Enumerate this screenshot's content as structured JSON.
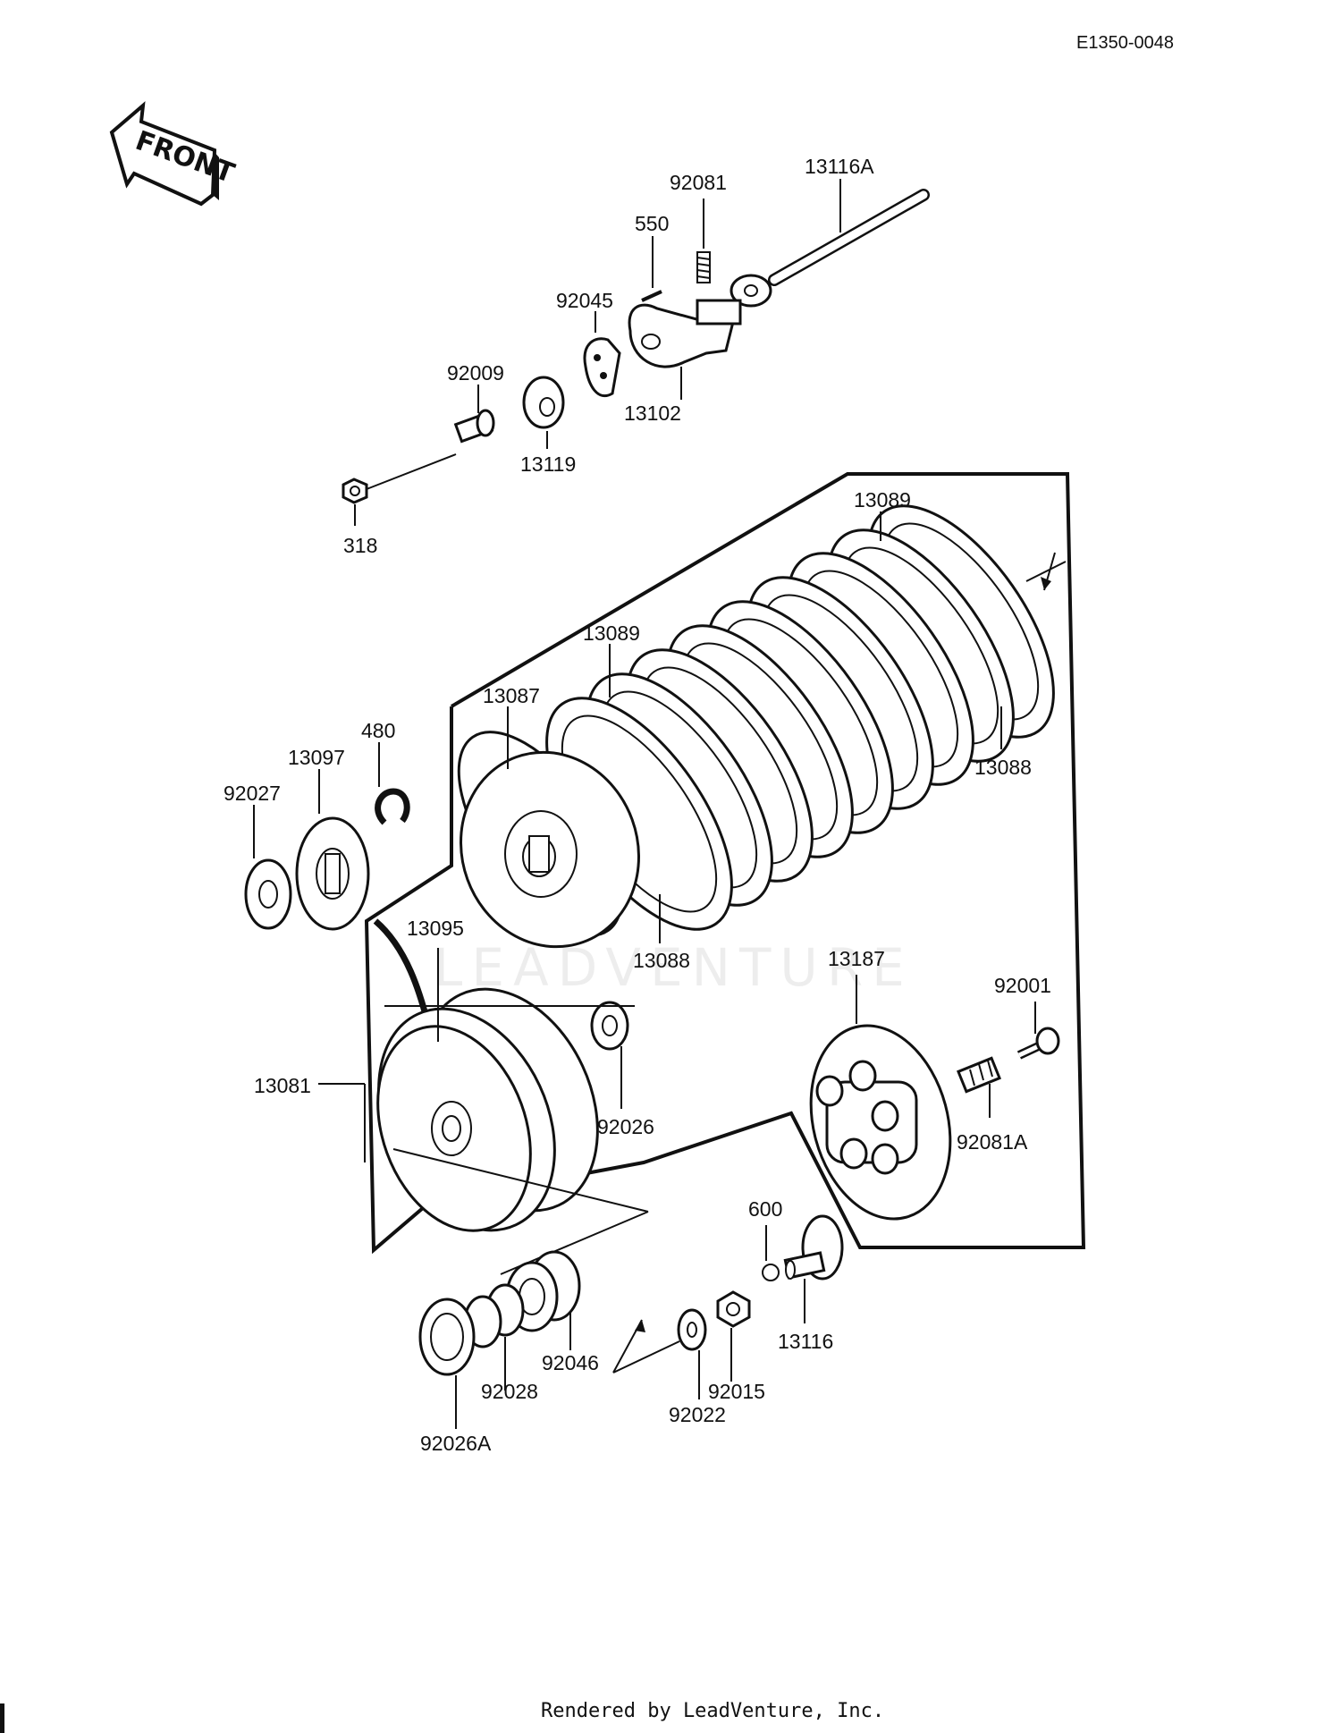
{
  "diagram_code": "E1350-0048",
  "front_arrow_label": "FRONT",
  "watermark": "LEADVENTURE",
  "footer": "Rendered by LeadVenture, Inc.",
  "parts": {
    "p13116A": "13116A",
    "p92081": "92081",
    "p550": "550",
    "p92045": "92045",
    "p92009": "92009",
    "p13102": "13102",
    "p13119": "13119",
    "p318": "318",
    "p13089_top": "13089",
    "p13089_mid": "13089",
    "p13087": "13087",
    "p480": "480",
    "p13097": "13097",
    "p92027": "92027",
    "p13088_right": "13088",
    "p13088_bottom": "13088",
    "p13095": "13095",
    "p13187": "13187",
    "p92001": "92001",
    "p13081": "13081",
    "p92026": "92026",
    "p92081A": "92081A",
    "p600": "600",
    "p13116": "13116",
    "p92046": "92046",
    "p92015": "92015",
    "p92028": "92028",
    "p92022": "92022",
    "p92026A": "92026A"
  }
}
